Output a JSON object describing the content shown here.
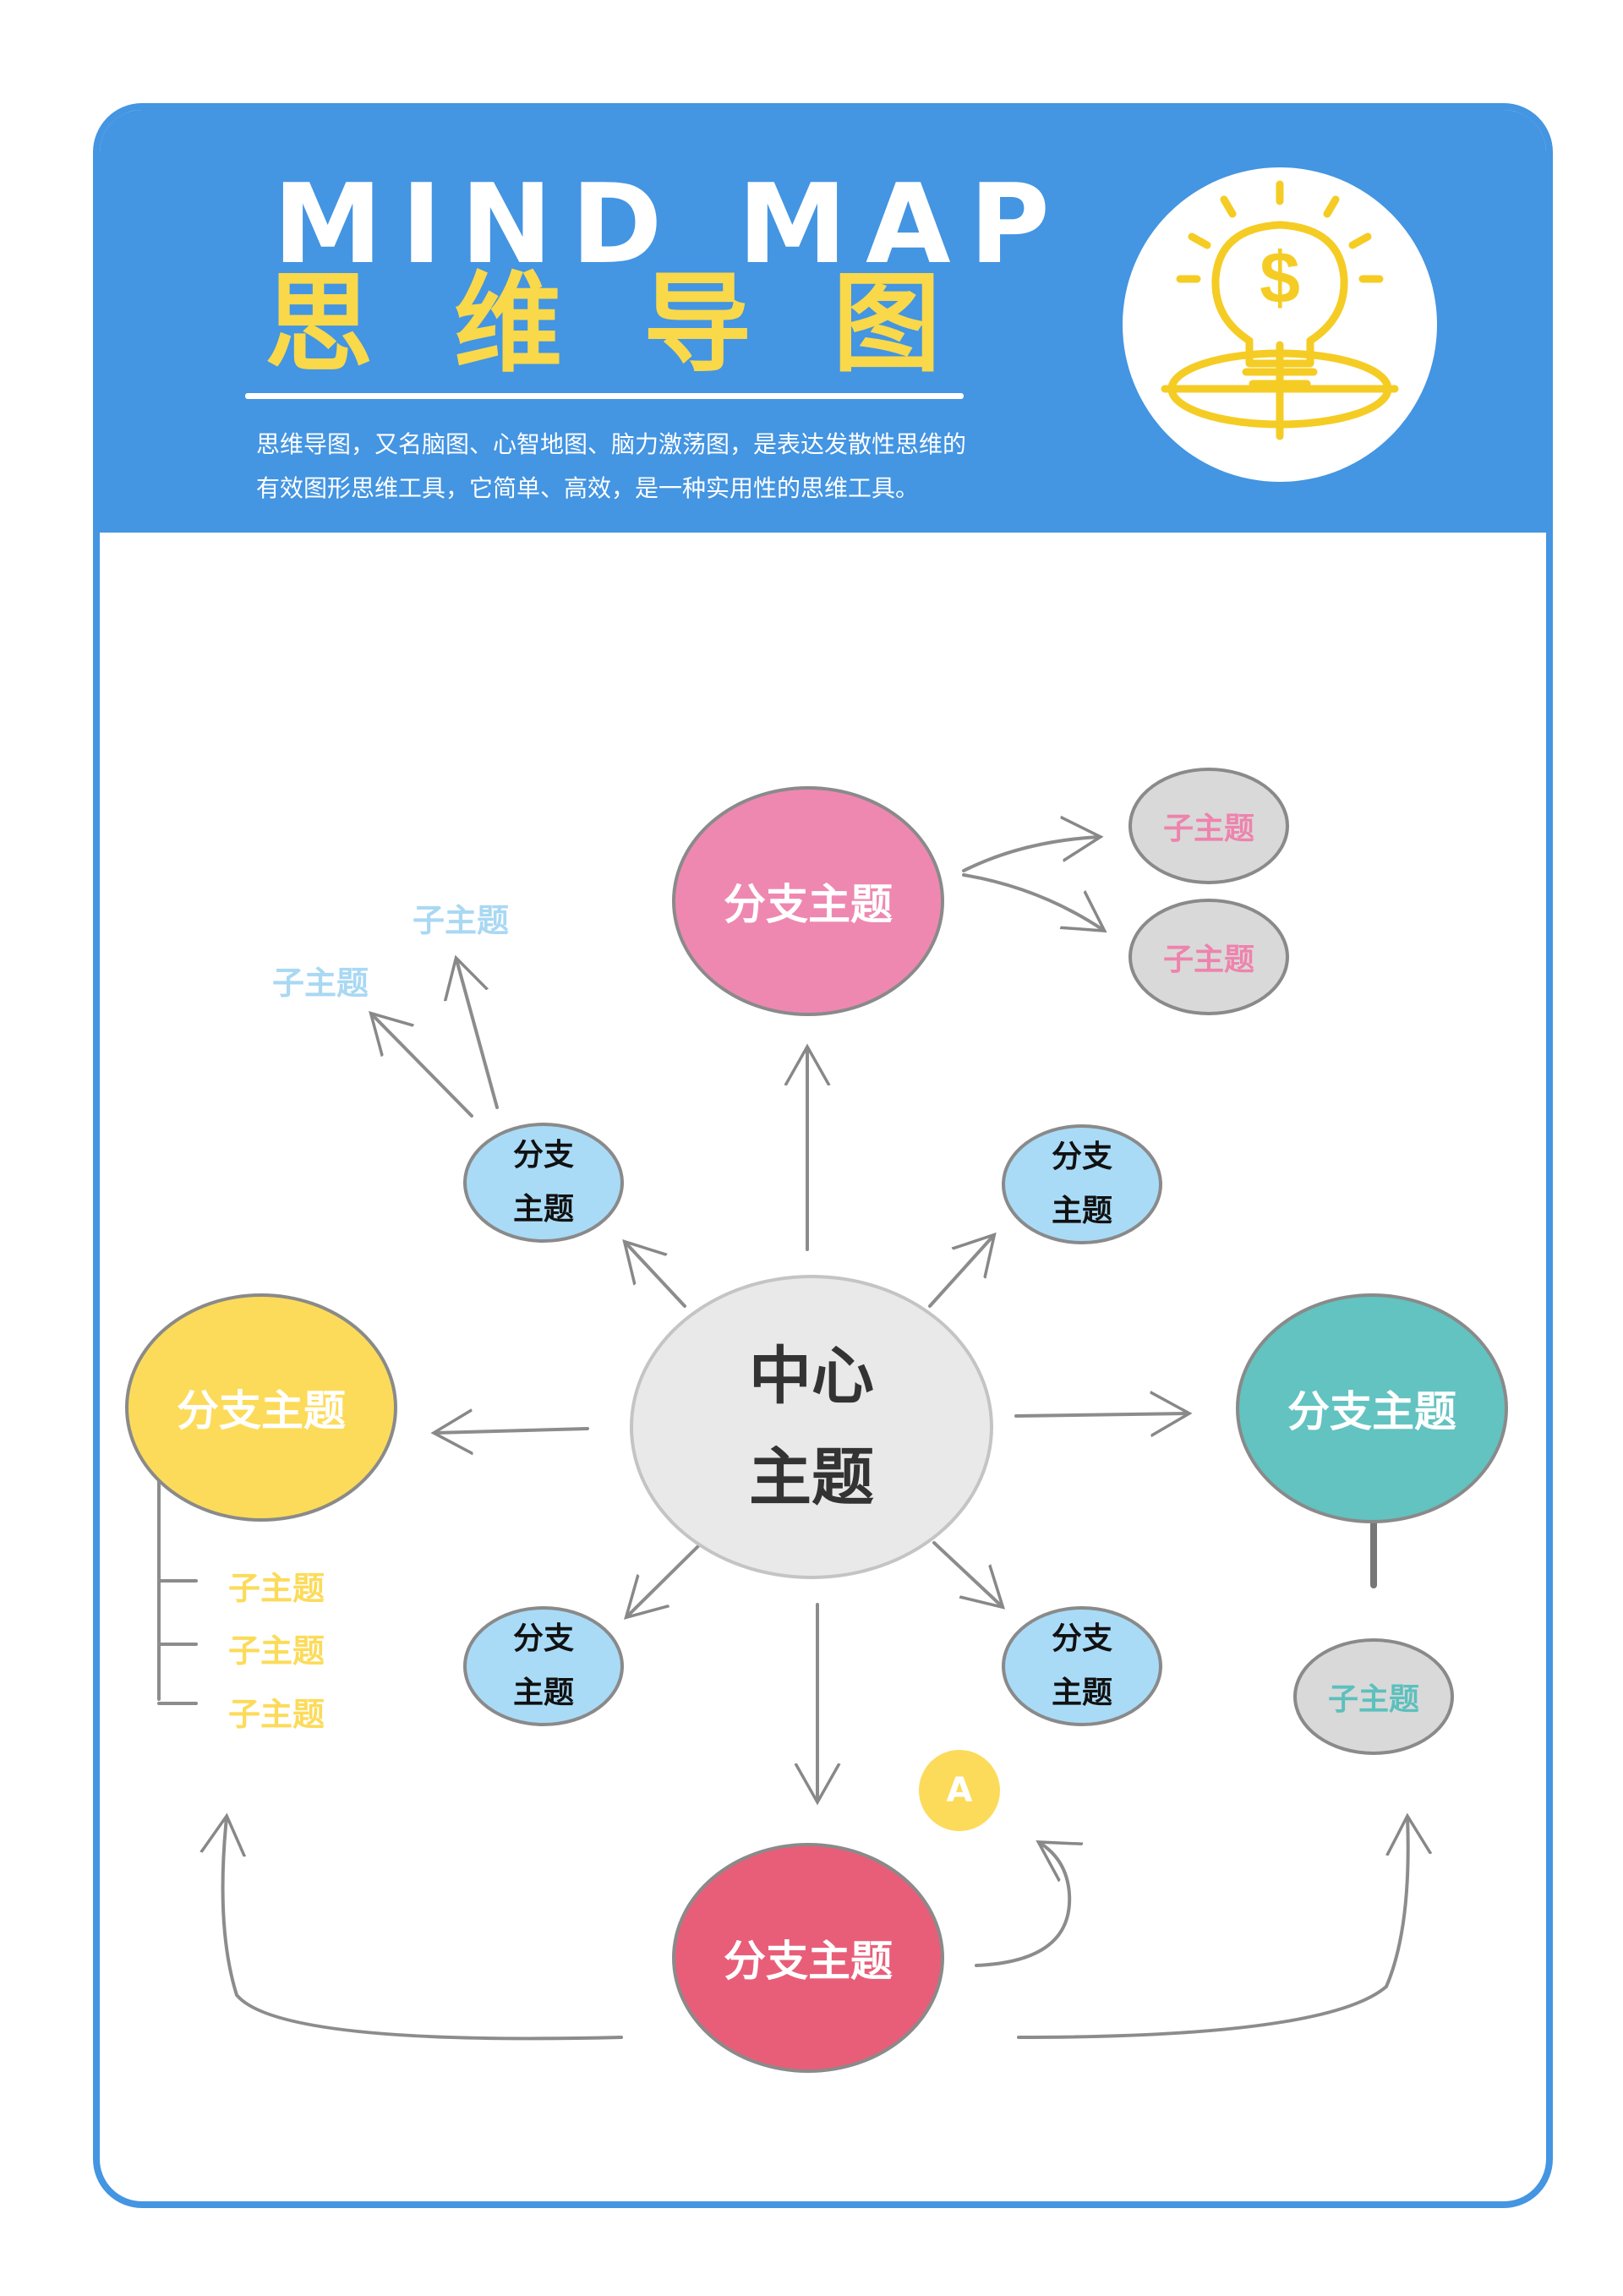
{
  "header": {
    "title_en": "MIND MAP",
    "title_cn": "思维导图",
    "description_line1": "思维导图，又名脑图、心智地图、脑力激荡图，是表达发散性思维的",
    "description_line2": "有效图形思维工具，它简单、高效，是一种实用性的思维工具。",
    "icon": "lightbulb-dollar-icon"
  },
  "center": {
    "line1": "中心",
    "line2": "主题"
  },
  "branches": {
    "top": {
      "label": "分支主题",
      "color": "#ee88b1",
      "subtopics": [
        "子主题",
        "子主题"
      ]
    },
    "left": {
      "label": "分支主题",
      "color": "#fcdb5a",
      "subtopics": [
        "子主题",
        "子主题",
        "子主题"
      ]
    },
    "right": {
      "label": "分支主题",
      "color": "#62c3c1",
      "subtopics": [
        "子主题"
      ]
    },
    "bottom": {
      "label": "分支主题",
      "color": "#e85e78"
    }
  },
  "small_branches": {
    "top_left": {
      "line1": "分支",
      "line2": "主题",
      "subtopics": [
        "子主题",
        "子主题"
      ]
    },
    "top_right": {
      "line1": "分支",
      "line2": "主题"
    },
    "bottom_left": {
      "line1": "分支",
      "line2": "主题"
    },
    "bottom_right": {
      "line1": "分支",
      "line2": "主题"
    }
  },
  "badge": {
    "label": "A",
    "color": "#fcdb5a"
  },
  "colors": {
    "frame_blue": "#4495e2",
    "title_yellow": "#f9d84a",
    "small_node_blue": "#a9dbf7",
    "subtopic_grey": "#d9d9d9",
    "light_blue_text": "#a9d8f3",
    "teal_text": "#5cc0bd",
    "pink_text": "#ee83ad",
    "yellow_text": "#fcdb5a"
  }
}
